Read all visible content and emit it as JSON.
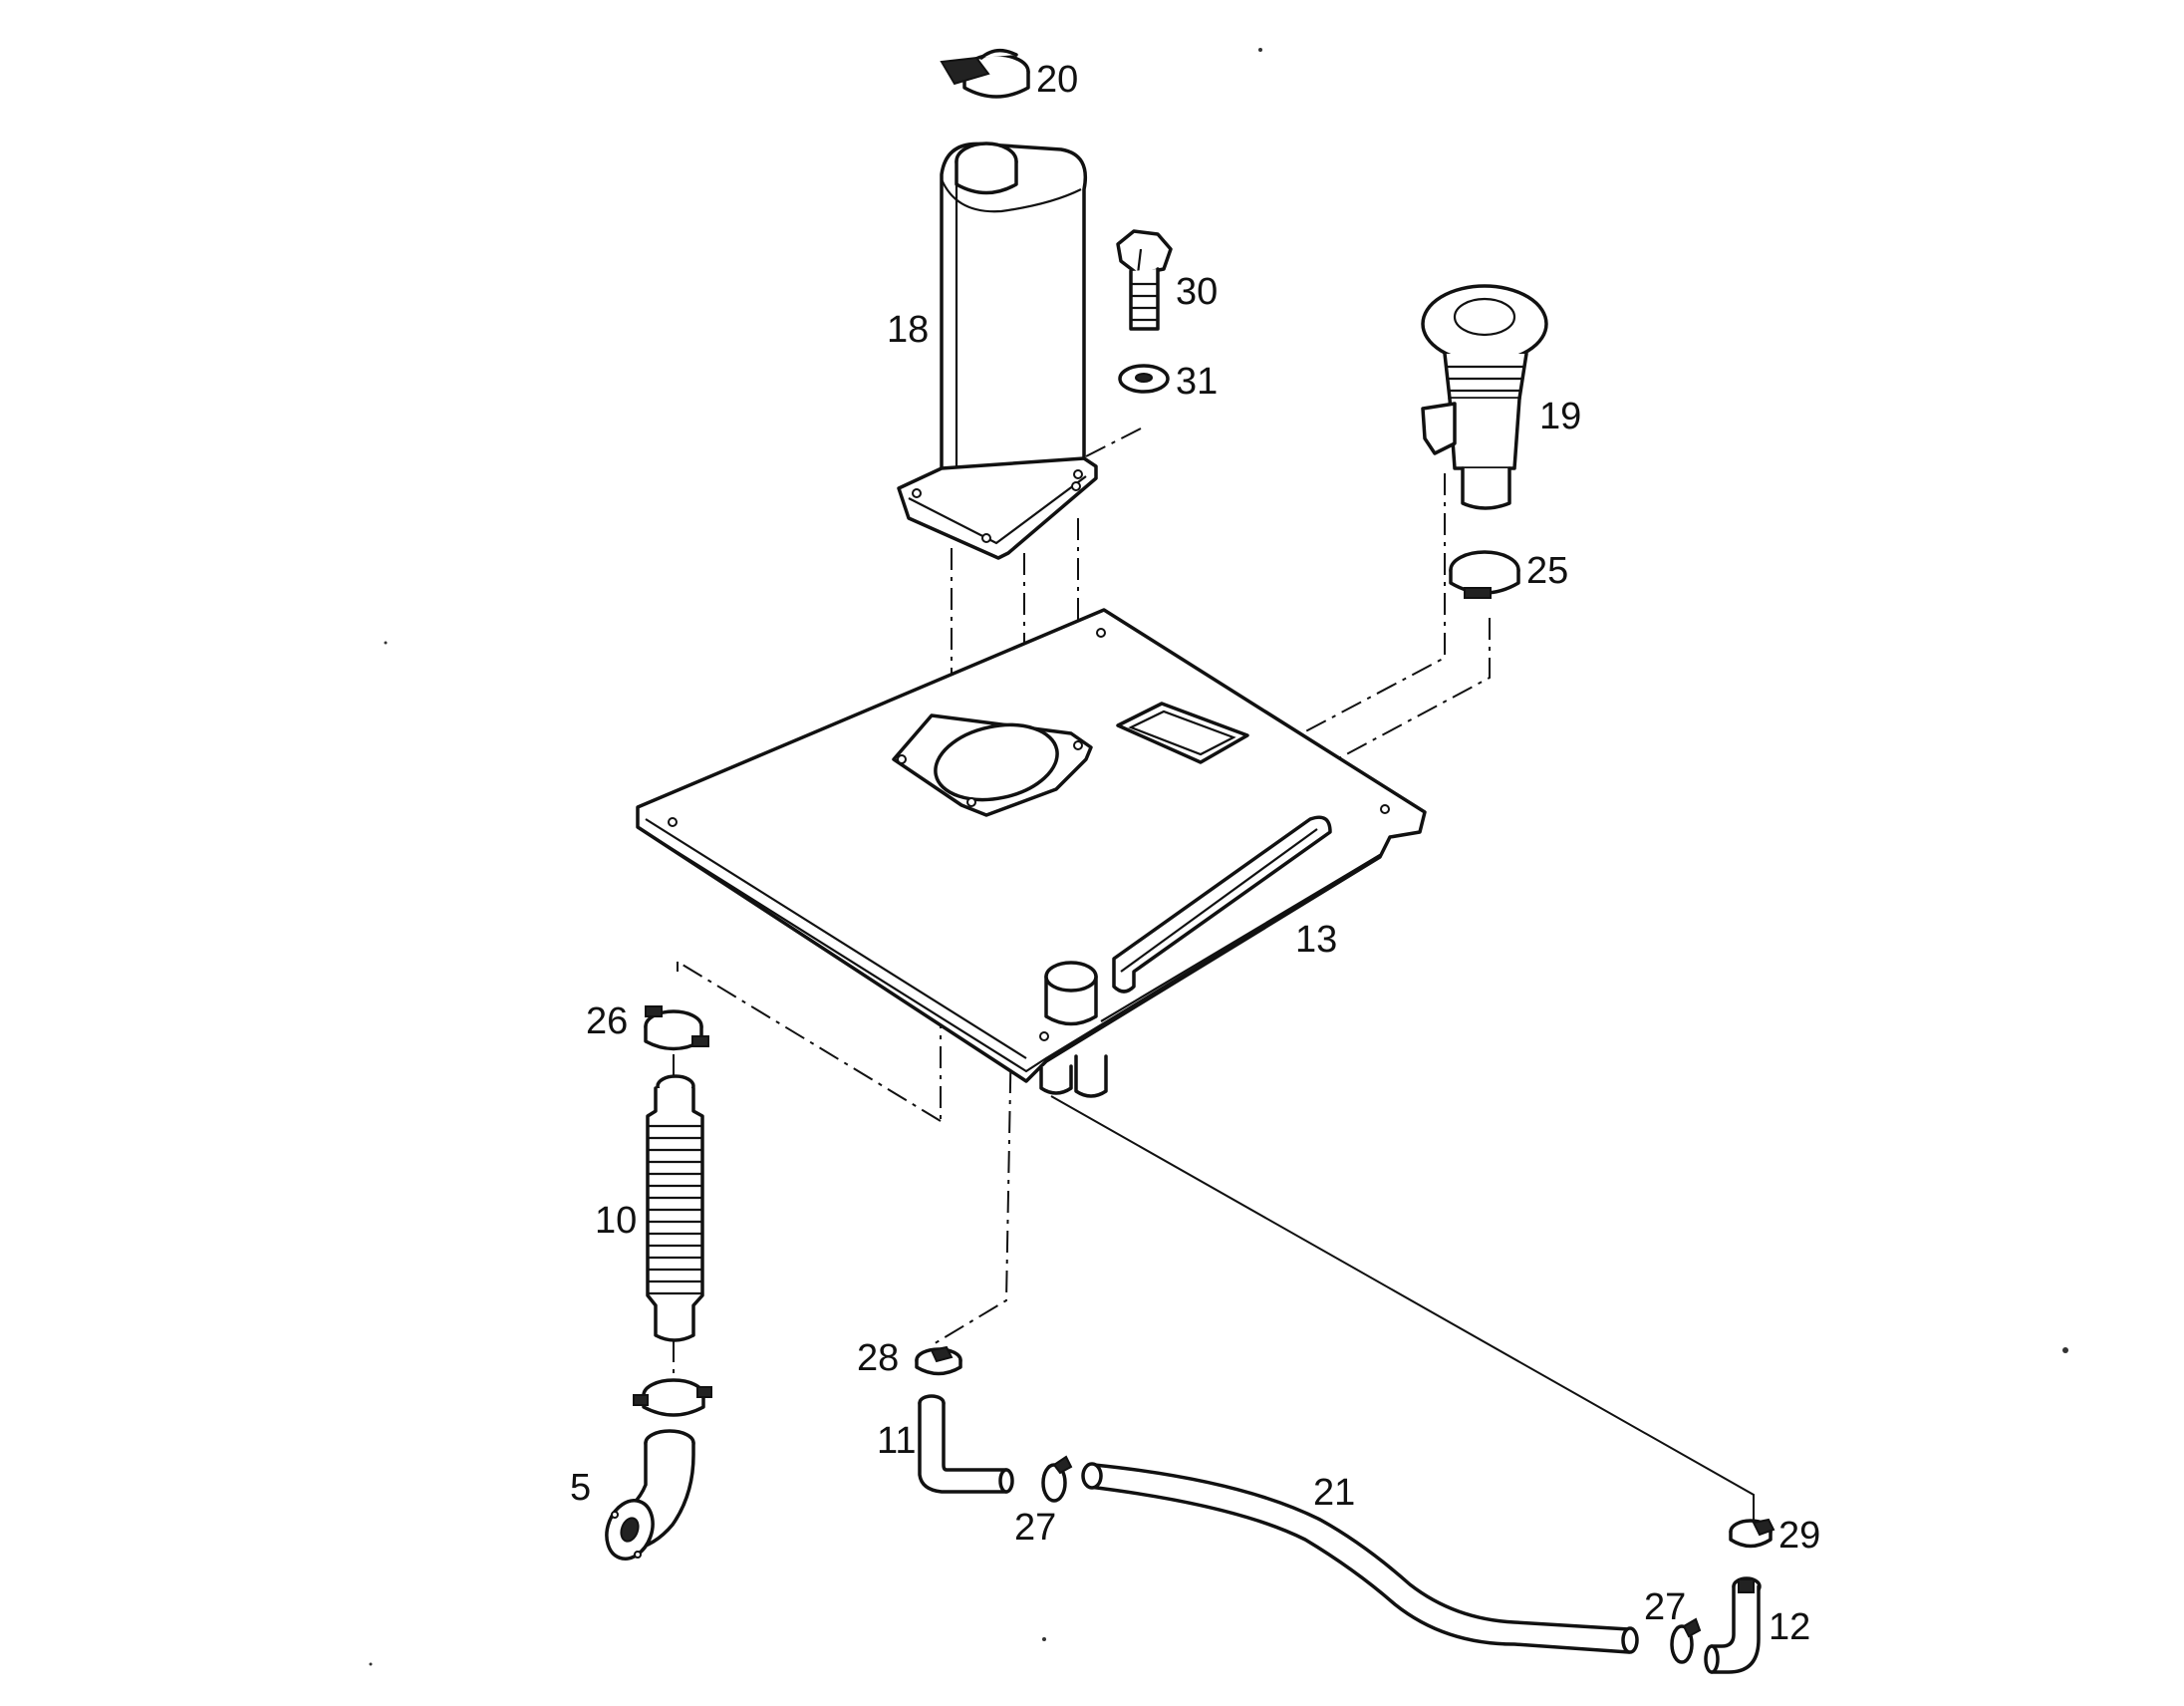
{
  "diagram": {
    "labels": {
      "p5": "5",
      "p10": "10",
      "p11": "11",
      "p12": "12",
      "p13": "13",
      "p18": "18",
      "p19": "19",
      "p20": "20",
      "p21": "21",
      "p25": "25",
      "p26": "26",
      "p27a": "27",
      "p27b": "27",
      "p28": "28",
      "p29": "29",
      "p30": "30",
      "p31": "31"
    }
  }
}
